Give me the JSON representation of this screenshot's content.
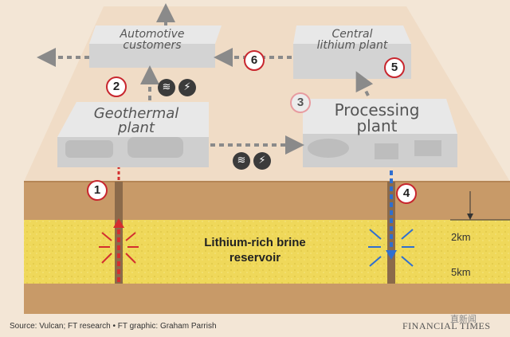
{
  "title": "",
  "nodes": {
    "automotive": {
      "label": "Automotive customers",
      "line1": "Automotive",
      "line2": "customers"
    },
    "central": {
      "label": "Central lithium plant",
      "line1": "Central",
      "line2": "lithium plant"
    },
    "geothermal": {
      "label": "Geothermal plant",
      "line1": "Geothermal",
      "line2": "plant"
    },
    "processing": {
      "label": "Processing plant",
      "line1": "Processing",
      "line2": "plant"
    }
  },
  "steps": [
    "1",
    "2",
    "3",
    "4",
    "5",
    "6"
  ],
  "reservoir": {
    "line1": "Lithium-rich brine",
    "line2": "reservoir"
  },
  "depths": [
    "2km",
    "5km"
  ],
  "icons": {
    "heat": "heat-waves-icon",
    "power": "lightning-bolt-icon",
    "heat_glyph": "≋",
    "power_glyph": "⚡"
  },
  "colors": {
    "ground_top": "#c89a68",
    "brine": "#efd85a",
    "red": "#d32f2f",
    "blue": "#2f6fd0",
    "box": "#d8d8d8"
  },
  "footer": {
    "source": "Source: Vulcan; FT research • FT graphic: Graham Parrish",
    "brand": "FINANCIAL TIMES",
    "watermark": "直新闻"
  }
}
